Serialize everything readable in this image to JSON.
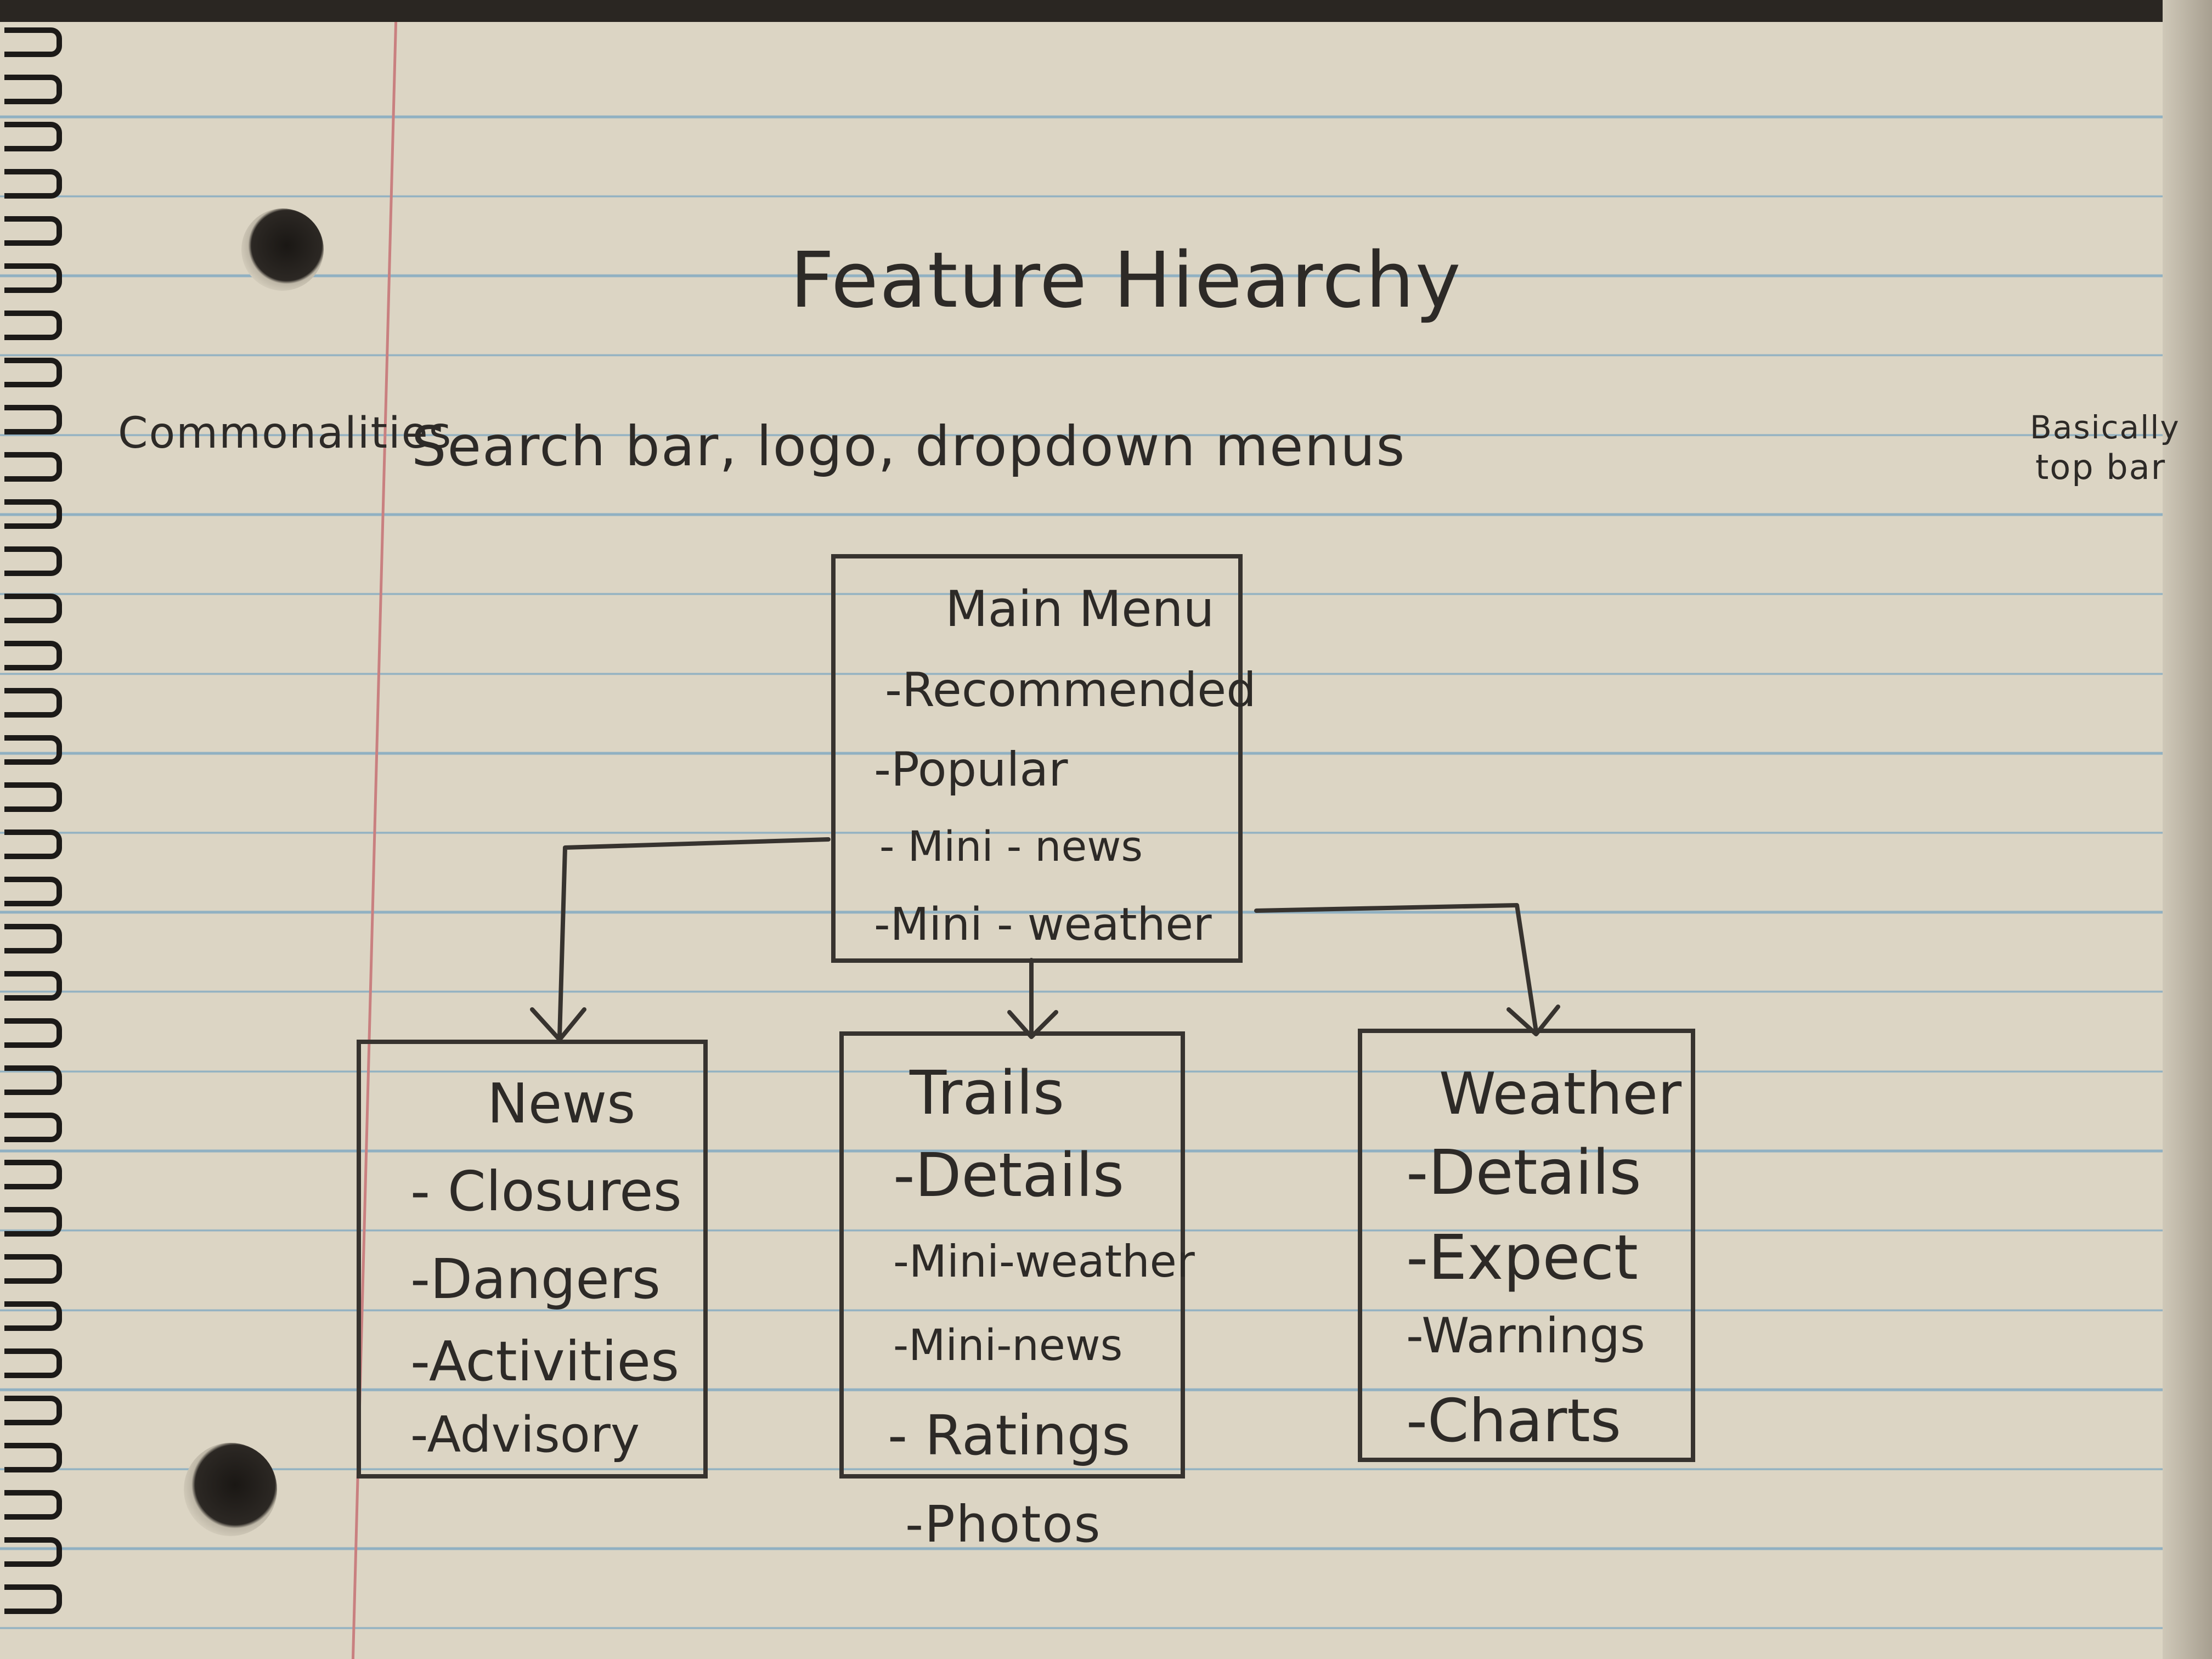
{
  "title": "Feature Hiearchy",
  "commonalities": {
    "label": "Commonalities",
    "text": "Search bar, logo, dropdown menus",
    "note_line1": "Basically",
    "note_line2": "top bar"
  },
  "main_menu": {
    "title": "Main Menu",
    "items": [
      "-Recommended",
      "-Popular",
      "- Mini - news",
      "-Mini - weather"
    ]
  },
  "news": {
    "title": "News",
    "items": [
      "- Closures",
      "-Dangers",
      "-Activities",
      "-Advisory"
    ]
  },
  "trails": {
    "title": "Trails",
    "items": [
      "-Details",
      "-Mini-weather",
      "-Mini-news",
      "- Ratings"
    ],
    "extra": "-Photos"
  },
  "weather": {
    "title": "Weather",
    "items": [
      "-Details",
      "-Expect",
      "-Warnings",
      "-Charts"
    ]
  },
  "colors": {
    "paper": "#dcd5c4",
    "rule_line": "#8fb0c2",
    "margin_line": "#c98080",
    "ink": "#2d2a27"
  }
}
